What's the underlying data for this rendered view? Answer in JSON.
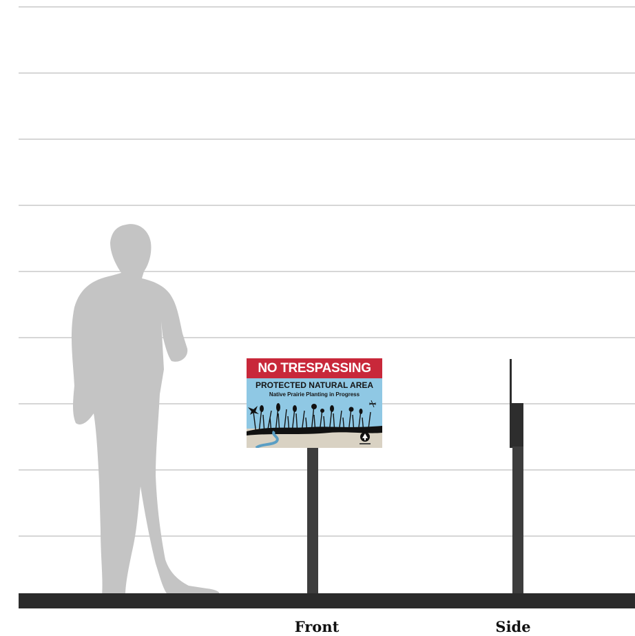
{
  "labels": {
    "front": "Front",
    "side": "Side"
  },
  "sign": {
    "title": "NO TRESPASSING",
    "subtitle": "PROTECTED NATURAL AREA",
    "tagline": "Native Prairie Planting in Progress"
  },
  "icons": [
    "person-silhouette-icon",
    "bird-icon",
    "dragonfly-icon",
    "tree-logo-icon",
    "stream-icon"
  ],
  "colors": {
    "sign_red": "#c8283a",
    "sign_blue": "#8fc8e4",
    "sign_ground": "#d9d2c3",
    "stream": "#5a9ec4",
    "post": "#3d3d3d",
    "ground": "#2b2b2b",
    "silhouette": "#c4c4c4",
    "gridline": "#d6d6d6"
  }
}
